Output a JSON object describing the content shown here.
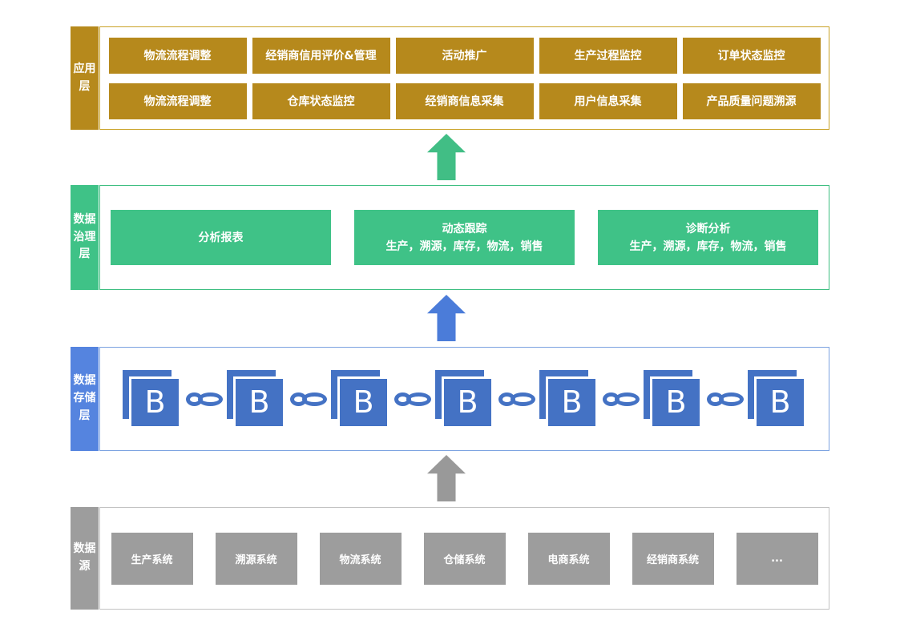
{
  "colors": {
    "gold": "#B6891C",
    "gold_border": "#C9A227",
    "green": "#3FC287",
    "blue_tab": "#5584DF",
    "blue_block": "#4472C4",
    "gray": "#9D9D9D",
    "arrow_green": "#41BE85",
    "arrow_blue": "#4B7CD9",
    "arrow_gray": "#999999"
  },
  "app_layer": {
    "tab": "应用\n层",
    "rows": [
      [
        "物流流程调整",
        "经销商信用评价&管理",
        "活动推广",
        "生产过程监控",
        "订单状态监控"
      ],
      [
        "物流流程调整",
        "仓库状态监控",
        "经销商信息采集",
        "用户信息采集",
        "产品质量问题溯源"
      ]
    ]
  },
  "gov_layer": {
    "tab": "数据\n治理\n层",
    "boxes": [
      {
        "title": "分析报表",
        "subtitle": ""
      },
      {
        "title": "动态跟踪",
        "subtitle": "生产，溯源，库存，物流，销售"
      },
      {
        "title": "诊断分析",
        "subtitle": "生产，溯源，库存，物流，销售"
      }
    ]
  },
  "storage_layer": {
    "tab": "数据\n存储\n层",
    "block_letter": "B",
    "block_count": 7
  },
  "source_layer": {
    "tab": "数据\n源",
    "boxes": [
      "生产系统",
      "溯源系统",
      "物流系统",
      "仓储系统",
      "电商系统",
      "经销商系统",
      "..."
    ]
  }
}
